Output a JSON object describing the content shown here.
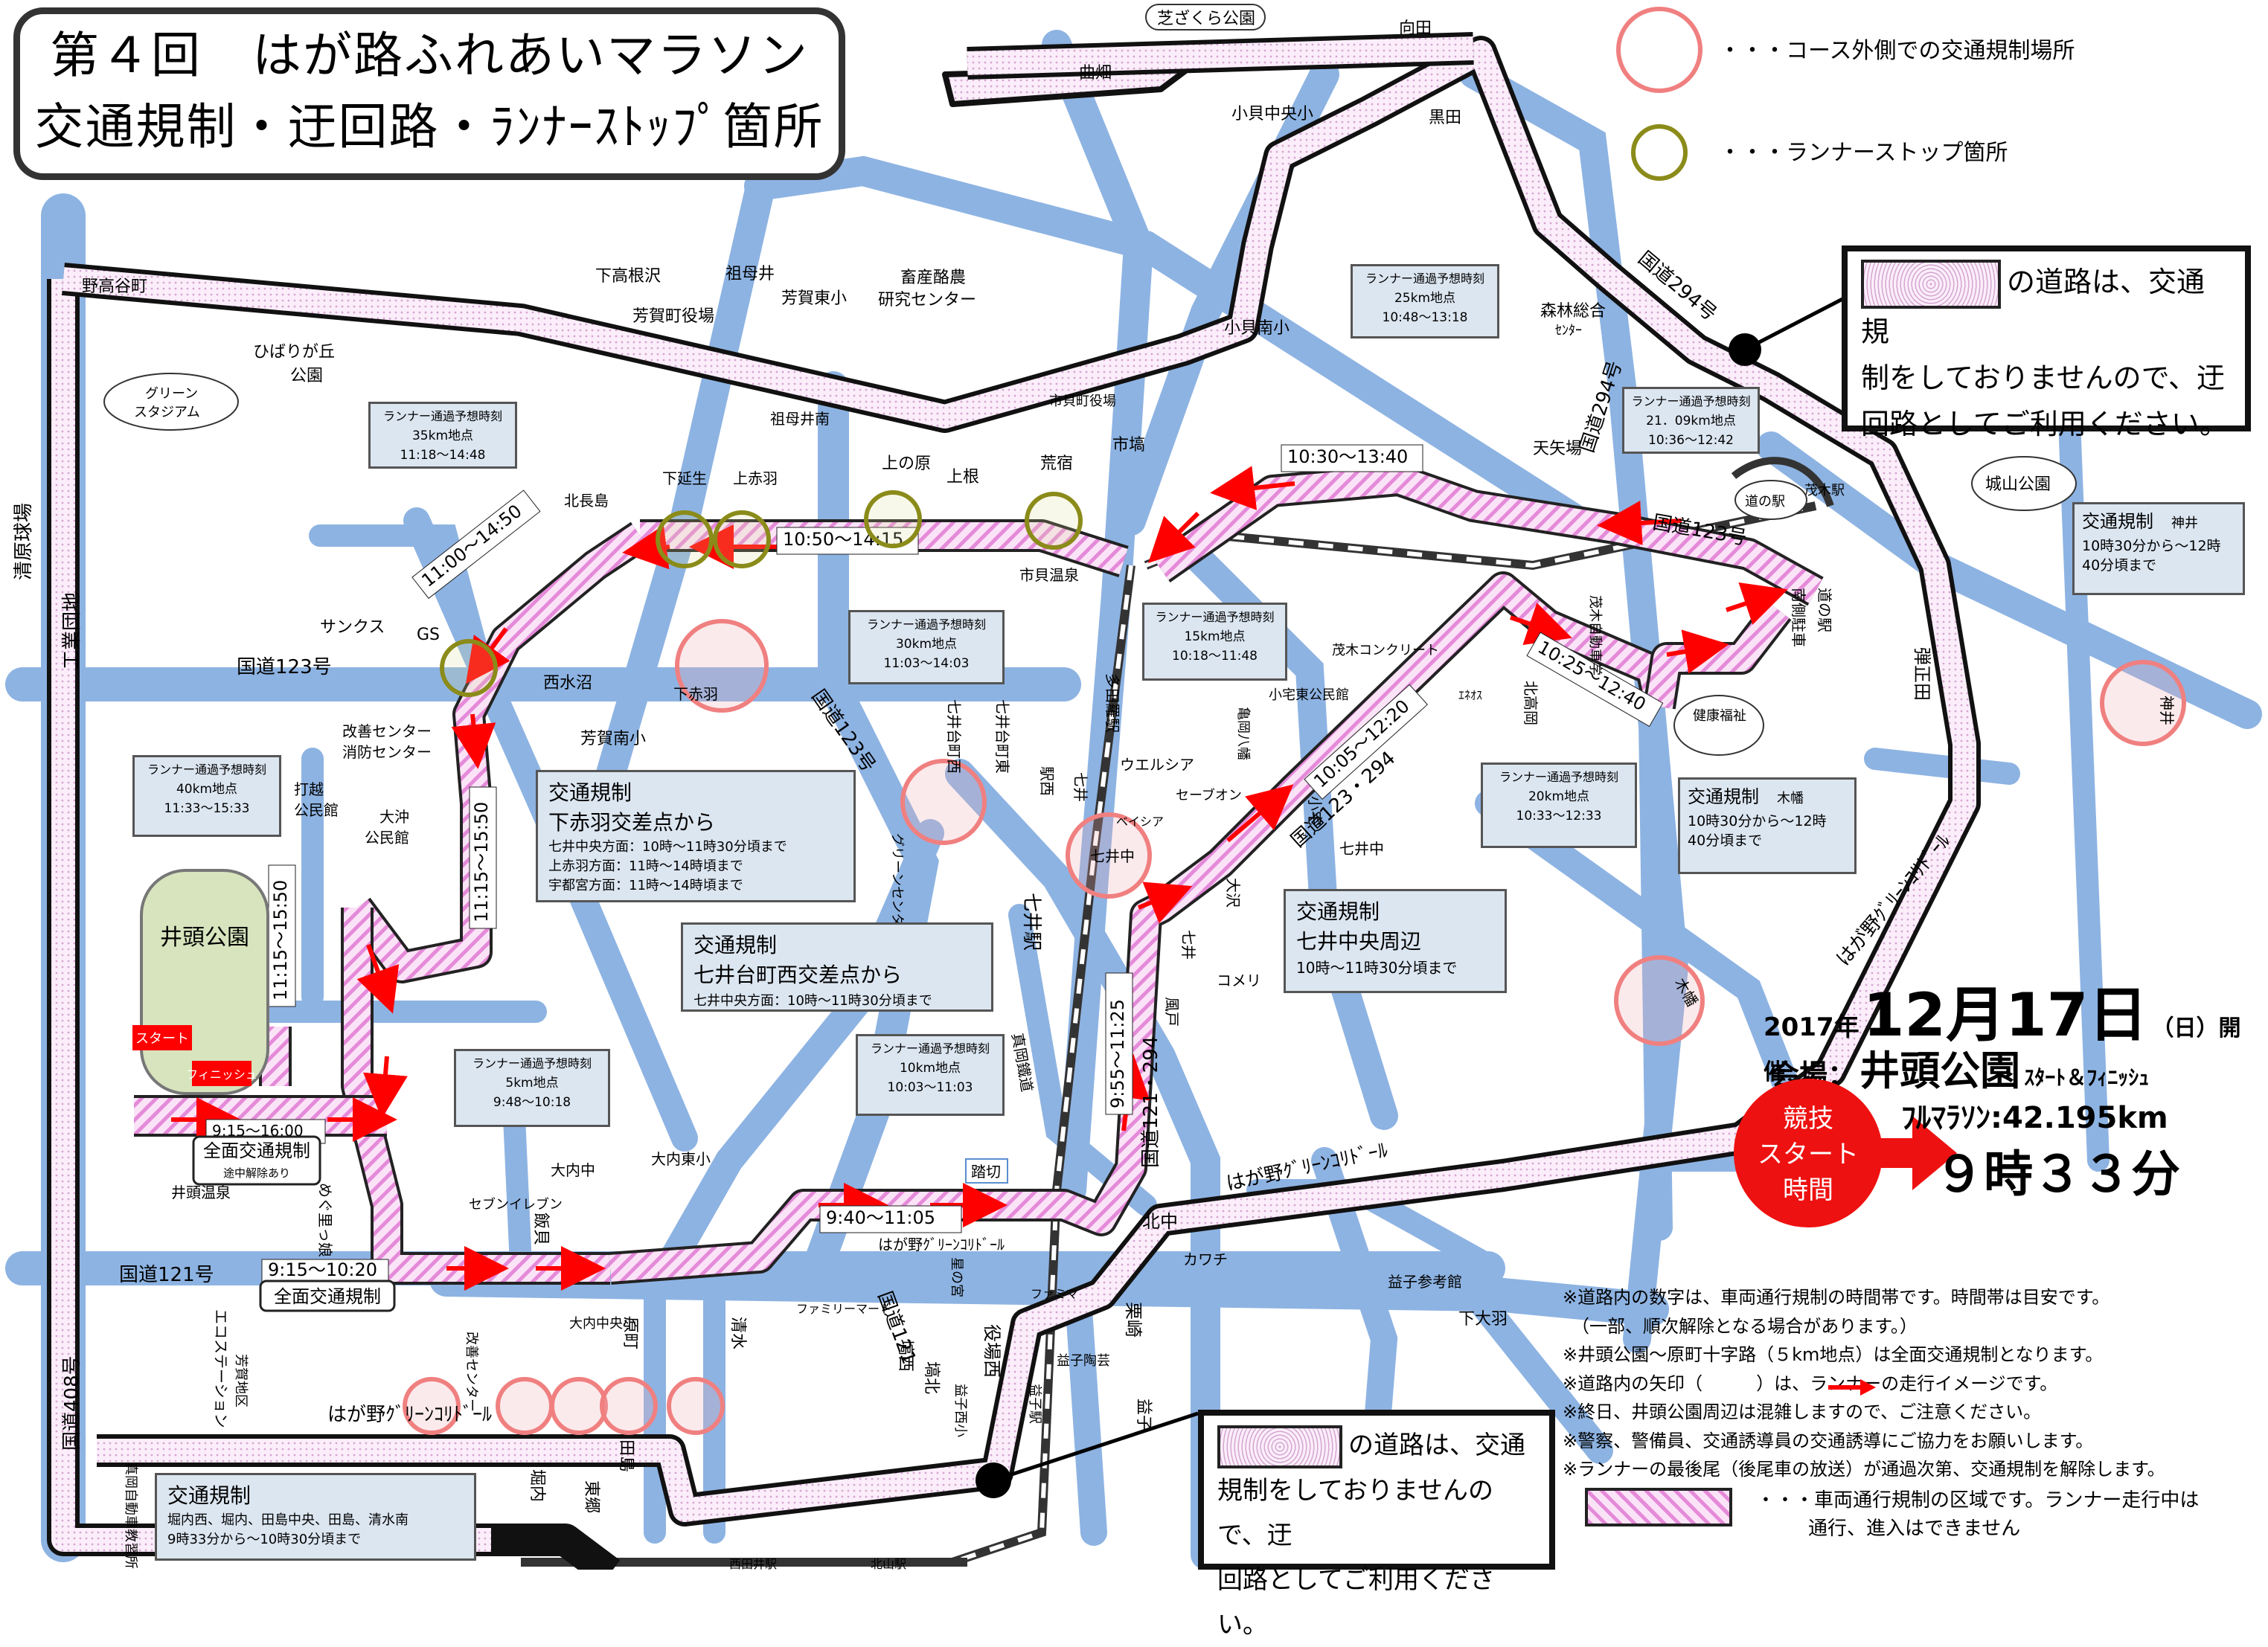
{
  "title": {
    "line1": "第４回　はが路ふれあいマラソン",
    "line2": "交通規制・迂回路・ﾗﾝﾅｰｽﾄｯﾌﾟ箇所"
  },
  "legend": {
    "traffic_control": "・・・コース外側での交通規制場所",
    "runner_stop": "・・・ランナーストップ箇所"
  },
  "colors": {
    "road": "#8db3e2",
    "course": "#f5d0f0",
    "arrow": "#ff0000",
    "info_bg": "#dce6f1",
    "reg_circle": "#f08080",
    "stop_circle": "#8b8b1a"
  },
  "notice_top": {
    "text1": "の道路は、交通規",
    "text2": "制をしておりませんので、迂",
    "text3": "回路としてご利用ください。"
  },
  "notice_bottom": {
    "text1": "の道路は、交通",
    "text2": "規制をしておりませんので、迂",
    "text3": "回路としてご利用ください。"
  },
  "event": {
    "year": "2017年",
    "month_day": "12月17日",
    "weekday": "（日）開催",
    "venue_label": "会場：",
    "venue": "井頭公園",
    "venue_sub": "ｽﾀｰﾄ＆ﾌｨﾆｯｼｭ",
    "full": "ﾌﾙﾏﾗｿﾝ:42.195km",
    "start_time": "９時３３分",
    "badge1": "競技",
    "badge2": "スタート",
    "badge3": "時間"
  },
  "notes": [
    "※道路内の数字は、車両通行規制の時間帯です。時間帯は目安です。",
    "　（一部、順次解除となる場合があります。）",
    "※井頭公園～原町十字路（５km地点）は全面交通規制となります。",
    "※道路内の矢印（　　　）は、ランナーの走行イメージです。",
    "※終日、井頭公園周辺は混雑しますので、ご注意ください。",
    "※警察、警備員、交通誘導員の交通誘導にご協力をお願いします。",
    "※ランナーの最後尾（後尾車の放送）が通過次第、交通規制を解除します。"
  ],
  "notes_legend": {
    "line1": "・・・車両通行規制の区域です。ランナー走行中は",
    "line2": "通行、進入はできません"
  },
  "passing": [
    {
      "id": "p35",
      "head": "ランナー通過予想時刻",
      "km": "35km地点",
      "time": "11:18～14:48"
    },
    {
      "id": "p25",
      "head": "ランナー通過予想時刻",
      "km": "25km地点",
      "time": "10:48～13:18"
    },
    {
      "id": "p21",
      "head": "ランナー通過予想時刻",
      "km": "21．09km地点",
      "time": "10:36～12:42"
    },
    {
      "id": "p30",
      "head": "ランナー通過予想時刻",
      "km": "30km地点",
      "time": "11:03～14:03"
    },
    {
      "id": "p15",
      "head": "ランナー通過予想時刻",
      "km": "15km地点",
      "time": "10:18～11:48"
    },
    {
      "id": "p20",
      "head": "ランナー通過予想時刻",
      "km": "20km地点",
      "time": "10:33～12:33"
    },
    {
      "id": "p40",
      "head": "ランナー通過予想時刻",
      "km": "40km地点",
      "time": "11:33～15:33"
    },
    {
      "id": "p5",
      "head": "ランナー通過予想時刻",
      "km": "5km地点",
      "time": "9:48～10:18"
    },
    {
      "id": "p10",
      "head": "ランナー通過予想時刻",
      "km": "10km地点",
      "time": "10:03～11:03"
    }
  ],
  "regs": {
    "shimoakabane": {
      "head": "交通規制",
      "sub": "下赤羽交差点から",
      "lines": [
        "七井中央方面：10時～11時30分頃まで",
        "上赤羽方面：11時～14時頃まで",
        "宇都宮方面：11時～14時頃まで"
      ]
    },
    "nanaidai": {
      "head": "交通規制",
      "sub": "七井台町西交差点から",
      "lines": [
        "七井中央方面：10時～11時30分頃まで"
      ]
    },
    "nanai_chuo": {
      "head": "交通規制",
      "sub": "七井中央周辺",
      "lines": [
        "10時～11時30分頃まで"
      ]
    },
    "kamii": {
      "head": "交通規制",
      "sub": "神井",
      "lines": [
        "10時30分から～12時",
        "40分頃まで"
      ]
    },
    "kihata": {
      "head": "交通規制",
      "sub": "木幡",
      "lines": [
        "10時30分から～12時",
        "40分頃まで"
      ]
    },
    "horiuchi": {
      "head": "交通規制",
      "lines": [
        "堀内西、堀内、田島中央、田島、清水南",
        "9時33分から～10時30分頃まで"
      ]
    }
  },
  "times_on_road": [
    {
      "t": "10:30～13:40"
    },
    {
      "t": "10:50～14:15"
    },
    {
      "t": "11:00～14:50"
    },
    {
      "t": "11:15～15:50"
    },
    {
      "t": "11:15～15:50"
    },
    {
      "t": "10:05～12:20"
    },
    {
      "t": "10:25～12:40"
    },
    {
      "t": "9:55～11:25"
    },
    {
      "t": "9:40～11:05"
    },
    {
      "t": "9:15～16:00"
    },
    {
      "t": "9:15～10:20"
    }
  ],
  "full_ctrl": {
    "a": "全面交通規制",
    "a_sub": "途中解除あり",
    "b": "全面交通規制"
  },
  "park": {
    "name": "井頭公園",
    "start": "スタート",
    "finish": "フィニッシュ"
  },
  "roads": {
    "r123a": "国道123号",
    "r123b": "国道123号",
    "r123c": "国道123号",
    "r294": "国道294号",
    "r294b": "国道294号",
    "r121": "国道121号",
    "r121b": "国道121・294",
    "r123_294": "国道123・294",
    "r121c": "国道121",
    "r408": "国道408号",
    "kogyo": "工業団地",
    "seihara": "清原球場",
    "greencorr1": "はが野ｸﾞﾘｰﾝｺﾘﾄﾞｰﾙ",
    "greencorr2": "はが野ｸﾞﾘｰﾝｺﾘﾄﾞｰﾙ",
    "greencorr3": "はが野ｸﾞﾘｰﾝｺﾘﾄﾞｰﾙ",
    "greencorr4": "はが野ｸﾞﾘｰﾝｺﾘﾄﾞｰﾙ",
    "shinkan": "真岡鐵道",
    "fumikiri": "踏切"
  },
  "places": {
    "shibazakura": "芝ざくら公園",
    "mukoda": "向田",
    "magata": "曲畑",
    "kuroda": "黒田",
    "kogai_chu": "小貝中央小",
    "nobotaka": "野高谷町",
    "shimotakane": "下高根沢",
    "sobo": "祖母井",
    "hagacho": "芳賀町役場",
    "haga_higashi": "芳賀東小",
    "chikusan1": "畜産酪農",
    "chikusan2": "研究センター",
    "kogai_minami": "小貝南小",
    "shinrin1": "森林総合",
    "shinrin2": "ｾﾝﾀｰ",
    "hibari1": "ひばりが丘",
    "hibari2": "公園",
    "green1": "グリーン",
    "green2": "スタジアム",
    "shiyakusho": "市貝町役場",
    "ichihana": "市塙",
    "amaya": "天矢場",
    "mogi": "茂木駅",
    "shiroyama": "城山公園",
    "michinoeki": "道の駅",
    "shimoenobu": "下延生",
    "kamiakabane": "上赤羽",
    "sobosan": "祖母井南",
    "uenohara": "上の原",
    "kamine": "上根",
    "araya": "荒宿",
    "ichikai_onsen": "市貝温泉",
    "kitanagashima": "北長島",
    "sanks": "サンクス",
    "gs": "GS",
    "nishimizu": "西水沼",
    "haga_minami": "芳賀南小",
    "shimoakabane": "下赤羽",
    "kaizen1": "改善センター",
    "kaizen2": "消防センター",
    "dagoe1": "打越",
    "dagoe2": "公民館",
    "ooki1": "大沖",
    "ooki2": "公民館",
    "tada": "多田羅駅",
    "nanaidai": "七井台町西",
    "nanaidai_higashi": "七井台町東",
    "ekinishi": "駅西",
    "green_center": "グリーンセンター",
    "nanai_eki": "七井駅",
    "nanai": "七井",
    "nanai_chu": "七井中",
    "welcia": "ウエルシア",
    "seven": "セーブオン",
    "beisia": "ベイシア",
    "kameoka": "亀岡八幡",
    "kotake": "小宅東公民館",
    "motegi_conc": "茂木コンクリート",
    "kitakouoka": "北高岡",
    "eneos": "ｴﾈｵｽ",
    "motegi_car": "茂木自動車学",
    "minamiparking": "南側駐車",
    "michinoeki2": "道の駅",
    "kenko": "健康福祉",
    "yumi": "弾正田",
    "kamiiplace": "神井",
    "kihataplace": "木幡",
    "kotaku": "小宅",
    "ohsawa": "大沢",
    "nanaichuu2": "七井中",
    "kazado": "風戸",
    "komeri": "コメリ",
    "shimoosawa": "下大羽",
    "kitanaka": "北中",
    "kawachi": "カワチ",
    "masuko_sankou": "益子参考館",
    "kurisaki": "栗崎",
    "masuko_gourin": "益子陶芸",
    "masuko": "益子",
    "masuko_nishi": "益子西小",
    "hoshi": "星の宮",
    "yakuba_nishi": "役場西",
    "masuko_eki": "益子駅",
    "famima": "ファミマ",
    "familymart": "ファミリーマート",
    "hananishi": "塙西",
    "hanakita": "塙北",
    "shimizu": "清水",
    "haramachi": "原町",
    "oouchi": "大内中",
    "oouchi_higashi": "大内東小",
    "ouchi_chuo": "大内中央小",
    "seven_eleven": "セブンイレブン",
    "iiju": "飯貝",
    "ibuki": "井頭温泉",
    "megurimusume": "めぐ里っ娘",
    "kaizen_center": "改善センター",
    "ecostation": "エコステーション",
    "haga_chiku": "芳賀地区",
    "horiuchi": "堀内",
    "tajima": "田島",
    "higashigou": "東郷",
    "moka": "真岡自動車教習所",
    "nishitaii": "西田井駅",
    "kitayama": "北山駅",
    "aoyagi": "市塙",
    "kamicity": "市塙"
  }
}
